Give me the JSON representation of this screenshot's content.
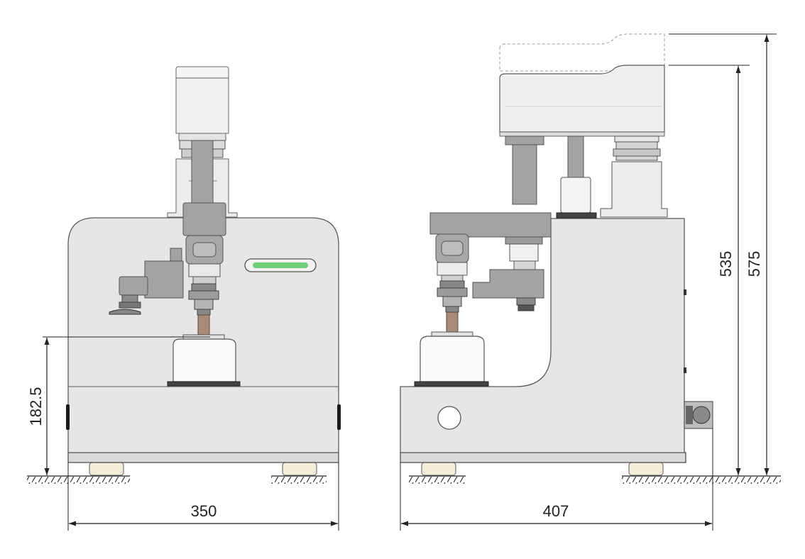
{
  "dimensions": {
    "front_width": "350",
    "front_table_height": "182.5",
    "side_depth": "407",
    "side_height_lowered": "535",
    "side_height_raised": "575"
  },
  "colors": {
    "body_fill": "#e6e6e6",
    "body_stroke": "#5a5a5a",
    "arm_fill": "#a3a3a3",
    "arm_dark": "#8a8a8a",
    "base_plate": "#d9d9d9",
    "foot_fill": "#f3ecd9",
    "indicator_green": "#6fd07a",
    "spindle_brown": "#a88a76",
    "white_part": "#fafafa",
    "line": "#222222"
  }
}
